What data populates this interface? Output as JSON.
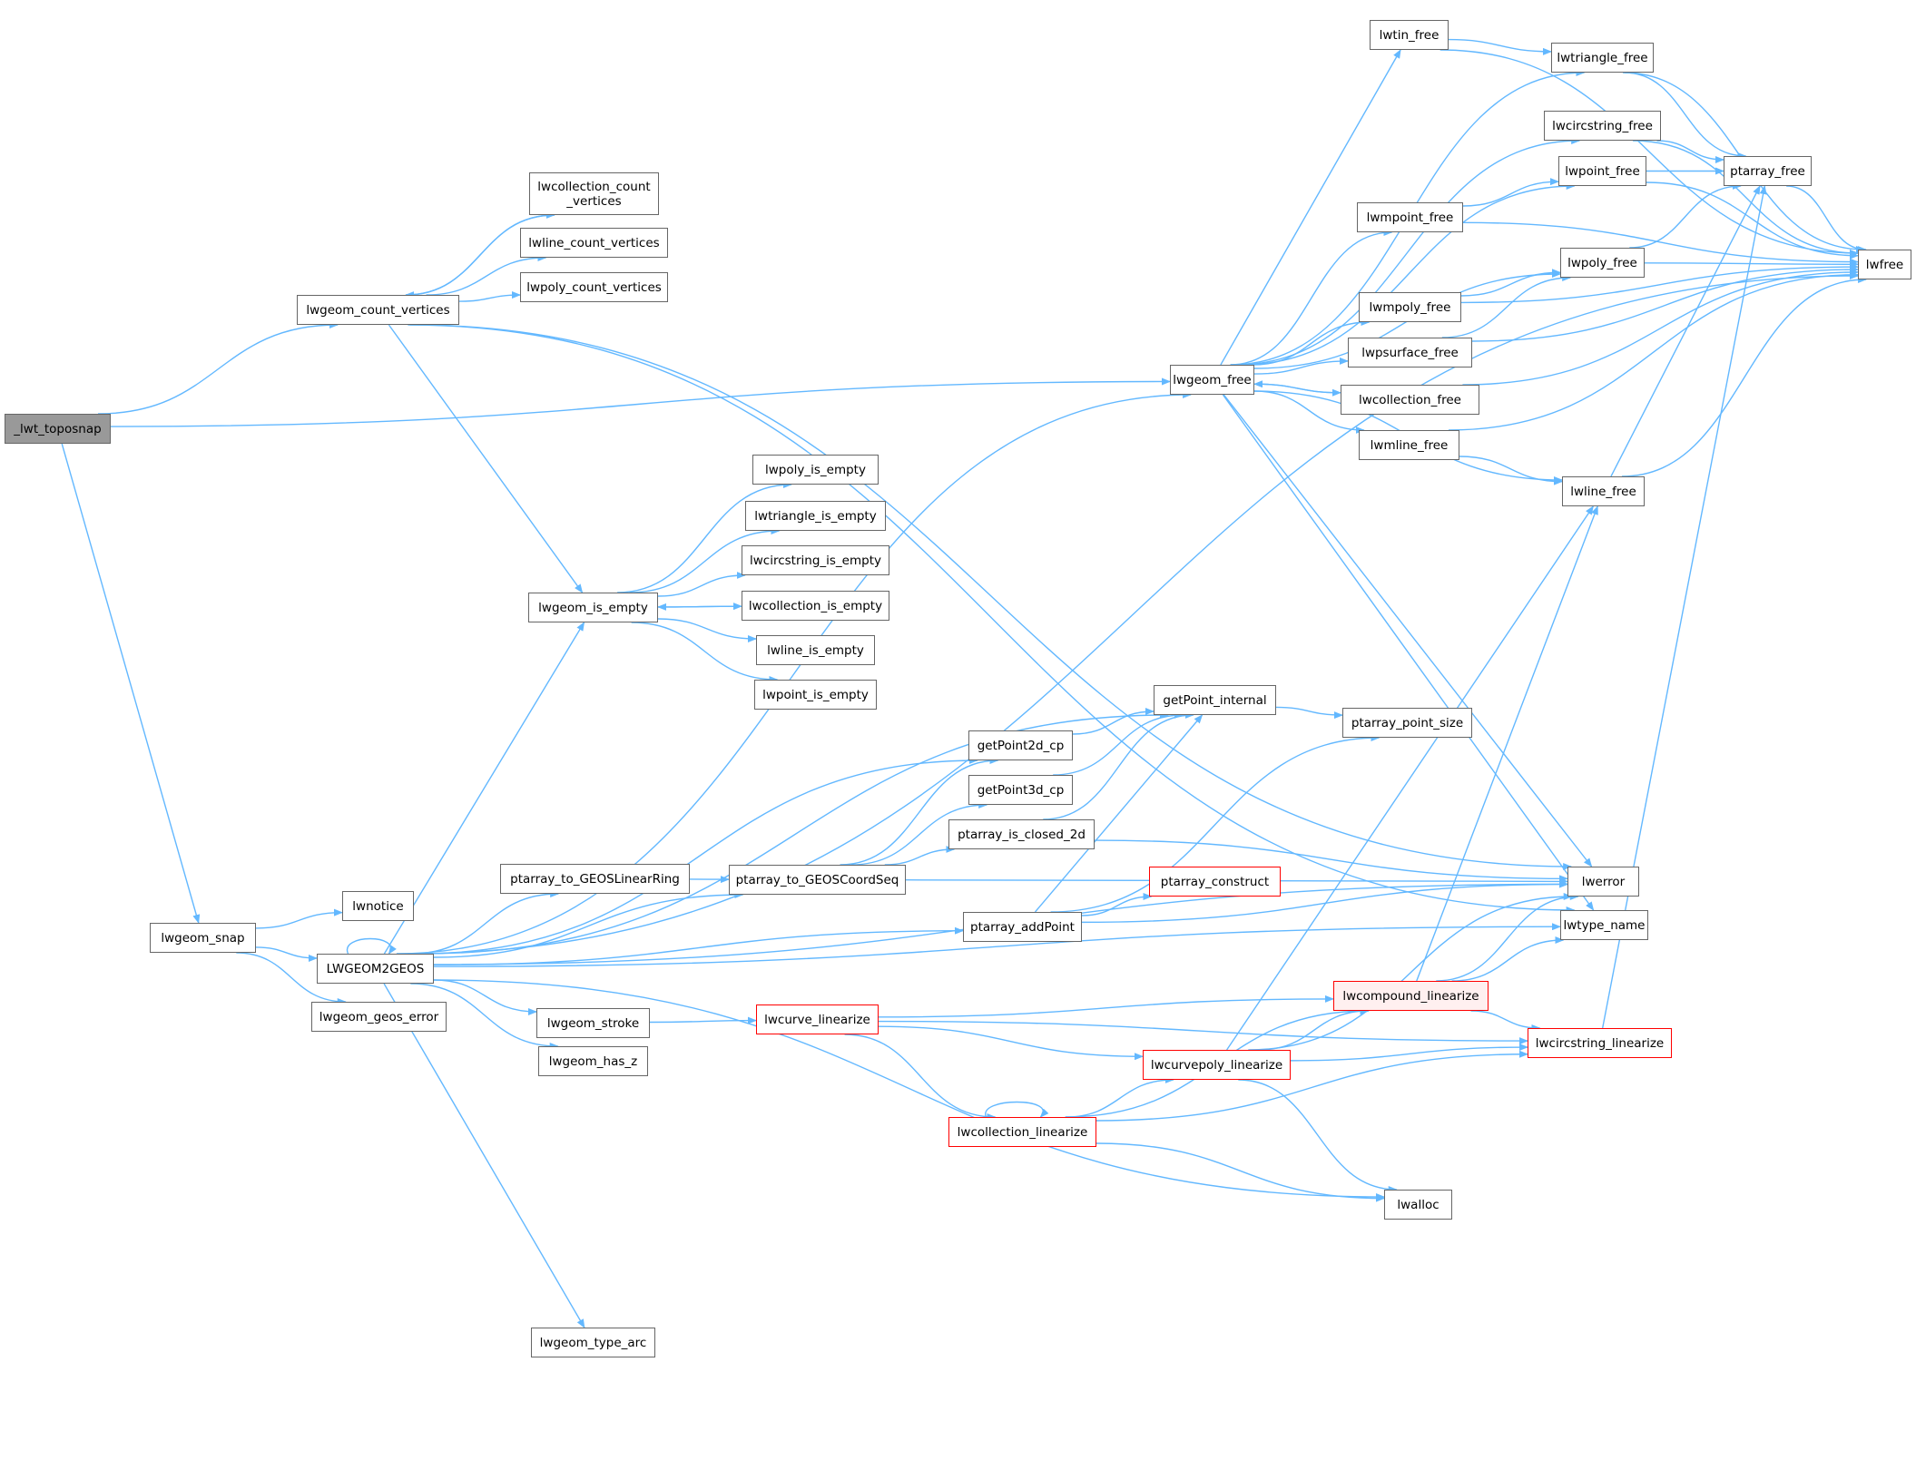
{
  "colors": {
    "edge": "#63b8ff",
    "node_border": "#666666",
    "root_fill": "#999999",
    "truncated_border": "#ff0000"
  },
  "nodes": {
    "lwt_toposnap": "_lwt_toposnap",
    "lwgeom_count_vertices": "lwgeom_count_vertices",
    "lwcollection_count_vertices": "lwcollection_count\n_vertices",
    "lwline_count_vertices": "lwline_count_vertices",
    "lwpoly_count_vertices": "lwpoly_count_vertices",
    "lwgeom_is_empty": "lwgeom_is_empty",
    "lwpoly_is_empty": "lwpoly_is_empty",
    "lwtriangle_is_empty": "lwtriangle_is_empty",
    "lwcircstring_is_empty": "lwcircstring_is_empty",
    "lwcollection_is_empty": "lwcollection_is_empty",
    "lwline_is_empty": "lwline_is_empty",
    "lwpoint_is_empty": "lwpoint_is_empty",
    "lwgeom_snap": "lwgeom_snap",
    "lwnotice": "lwnotice",
    "LWGEOM2GEOS": "LWGEOM2GEOS",
    "lwgeom_geos_error": "lwgeom_geos_error",
    "ptarray_to_GEOSLinearRing": "ptarray_to_GEOSLinearRing",
    "ptarray_to_GEOSCoordSeq": "ptarray_to_GEOSCoordSeq",
    "lwgeom_stroke": "lwgeom_stroke",
    "lwgeom_has_z": "lwgeom_has_z",
    "lwgeom_type_arc": "lwgeom_type_arc",
    "getPoint2d_cp": "getPoint2d_cp",
    "getPoint3d_cp": "getPoint3d_cp",
    "ptarray_is_closed_2d": "ptarray_is_closed_2d",
    "ptarray_addPoint": "ptarray_addPoint",
    "getPoint_internal": "getPoint_internal",
    "ptarray_construct": "ptarray_construct",
    "ptarray_point_size": "ptarray_point_size",
    "lwcurve_linearize": "lwcurve_linearize",
    "lwcollection_linearize": "lwcollection_linearize",
    "lwcurvepoly_linearize": "lwcurvepoly_linearize",
    "lwcompound_linearize": "lwcompound_linearize",
    "lwcircstring_linearize": "lwcircstring_linearize",
    "lwalloc": "lwalloc",
    "lwgeom_free": "lwgeom_free",
    "lwtin_free": "lwtin_free",
    "lwtriangle_free": "lwtriangle_free",
    "lwcircstring_free": "lwcircstring_free",
    "lwpoint_free": "lwpoint_free",
    "lwmpoint_free": "lwmpoint_free",
    "lwpoly_free": "lwpoly_free",
    "lwmpoly_free": "lwmpoly_free",
    "lwpsurface_free": "lwpsurface_free",
    "lwcollection_free": "lwcollection_free",
    "lwmline_free": "lwmline_free",
    "lwline_free": "lwline_free",
    "ptarray_free": "ptarray_free",
    "lwfree": "lwfree",
    "lwerror": "lwerror",
    "lwtype_name": "lwtype_name"
  }
}
